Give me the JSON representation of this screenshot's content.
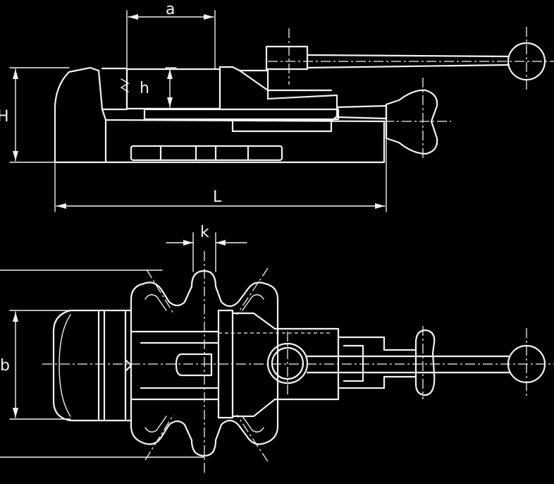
{
  "labels": {
    "dim_a": "a",
    "dim_h": "h",
    "dim_H": "H",
    "dim_L": "L",
    "dim_k": "k",
    "dim_b": "b"
  }
}
